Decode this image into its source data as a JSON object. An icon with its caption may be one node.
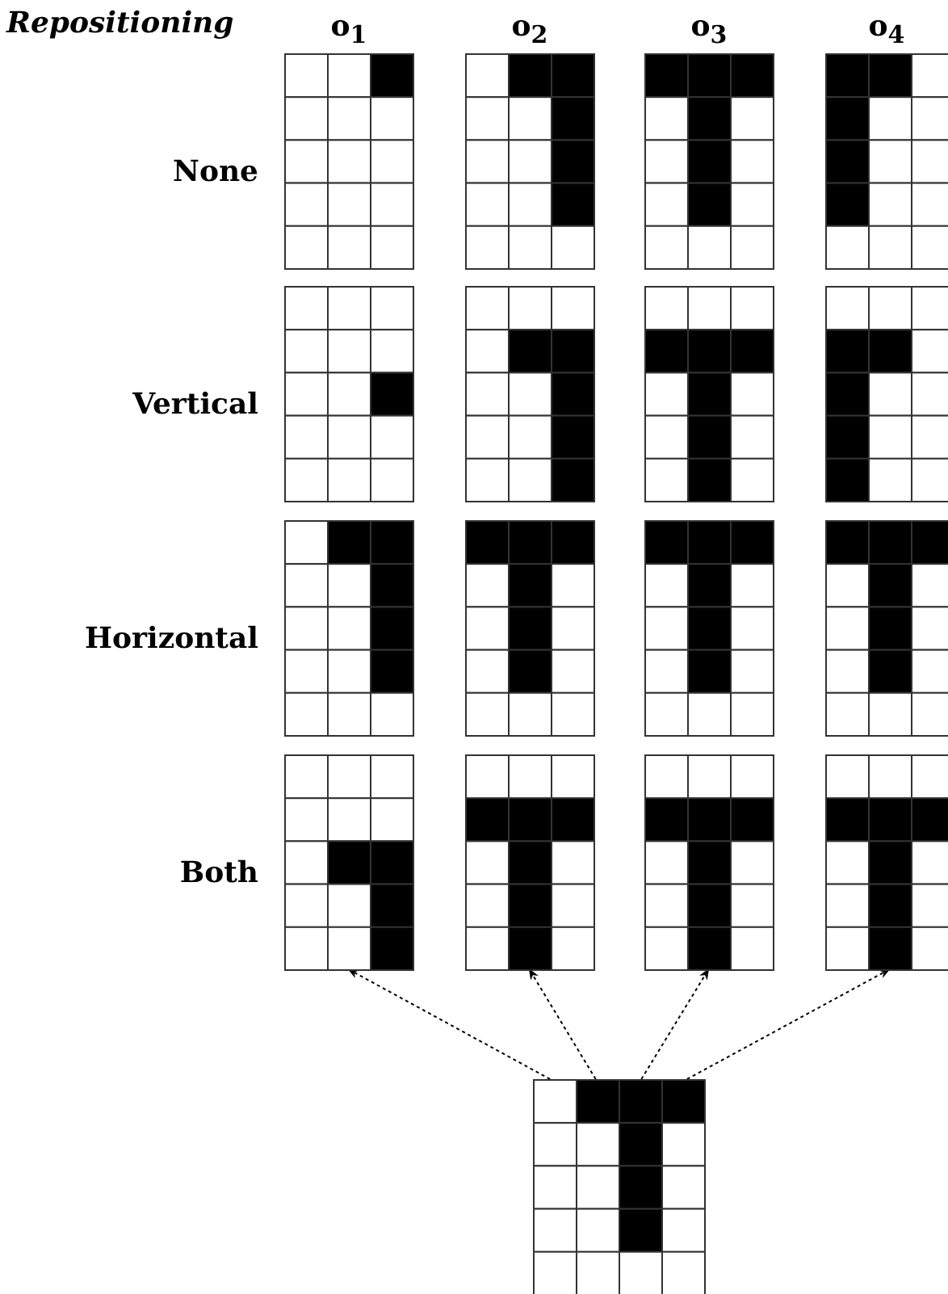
{
  "diagram": {
    "nodes": [
      {
        "text": [],
        "shape": "grid"
      },
      {
        "text": [],
        "shape": "grid"
      },
      {
        "text": [],
        "shape": "grid"
      },
      {
        "text": [],
        "shape": "grid"
      },
      {
        "text": [],
        "shape": "grid"
      },
      {
        "text": [],
        "shape": "grid"
      },
      {
        "text": [],
        "shape": "grid"
      },
      {
        "text": [],
        "shape": "grid"
      },
      {
        "text": [],
        "shape": "grid"
      },
      {
        "text": [],
        "shape": "grid"
      },
      {
        "text": [],
        "shape": "grid"
      },
      {
        "text": [],
        "shape": "grid"
      },
      {
        "text": [],
        "shape": "grid"
      },
      {
        "text": [],
        "shape": "grid"
      },
      {
        "text": [],
        "shape": "grid"
      },
      {
        "text": [],
        "shape": "grid"
      },
      {
        "text": [],
        "shape": "grid"
      }
    ],
    "edges": [
      {
        "from": 16,
        "to": 12,
        "arrow": "to",
        "style": "dashed"
      },
      {
        "from": 16,
        "to": 13,
        "arrow": "to",
        "style": "dashed"
      },
      {
        "from": 16,
        "to": 14,
        "arrow": "to",
        "style": "dashed"
      },
      {
        "from": 16,
        "to": 15,
        "arrow": "to",
        "style": "dashed"
      }
    ],
    "labels": [
      "Repositioning",
      "o$_{1}$",
      "o$_{2}$",
      "o$_{3}$",
      "o$_{4}$",
      "None",
      "Vertical",
      "Horizontal",
      "Both"
    ]
  }
}
